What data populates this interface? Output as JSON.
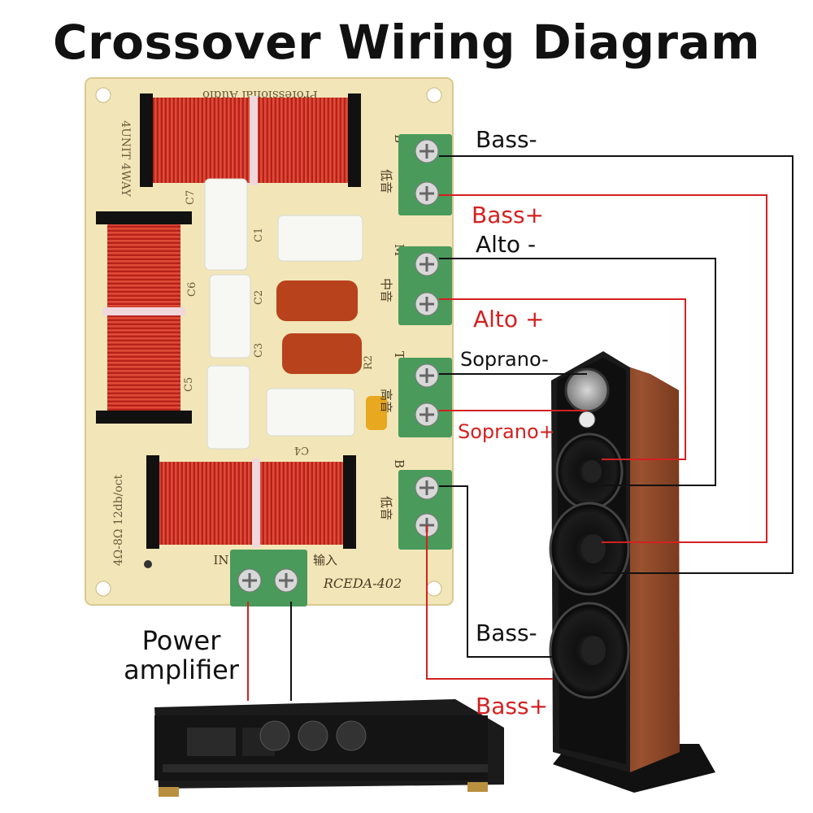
{
  "title": "Crossover Wiring Diagram",
  "board": {
    "header_text": "Professional Audio",
    "unit_text": "4UNIT 4WAY",
    "spec_text": "4Ω-8Ω 12db/oct",
    "model": "RCEDA-402",
    "input_label_en": "IN",
    "input_label_cn": "输入",
    "components": [
      "C1",
      "C2",
      "C3",
      "C4",
      "C5",
      "C6",
      "C7",
      "R2"
    ],
    "terminals": [
      {
        "letter": "B",
        "cn": "低音"
      },
      {
        "letter": "M",
        "cn": "中音"
      },
      {
        "letter": "T",
        "cn": "高音"
      },
      {
        "letter": "B",
        "cn": "低音"
      }
    ]
  },
  "labels": {
    "bass_minus_top": "Bass-",
    "bass_plus_top": "Bass+",
    "alto_minus": "Alto -",
    "alto_plus": "Alto +",
    "soprano_minus": "Soprano-",
    "soprano_plus": "Soprano+",
    "bass_minus_bottom": "Bass-",
    "bass_plus_bottom": "Bass+",
    "amp_line1": "Power",
    "amp_line2": "amplifier"
  },
  "colors": {
    "positive_wire": "#d42020",
    "negative_wire": "#111111",
    "board": "#f2e6b8",
    "terminal": "#4a9a5c",
    "coil": "#c8281e",
    "speaker_wood": "#8a4428"
  }
}
